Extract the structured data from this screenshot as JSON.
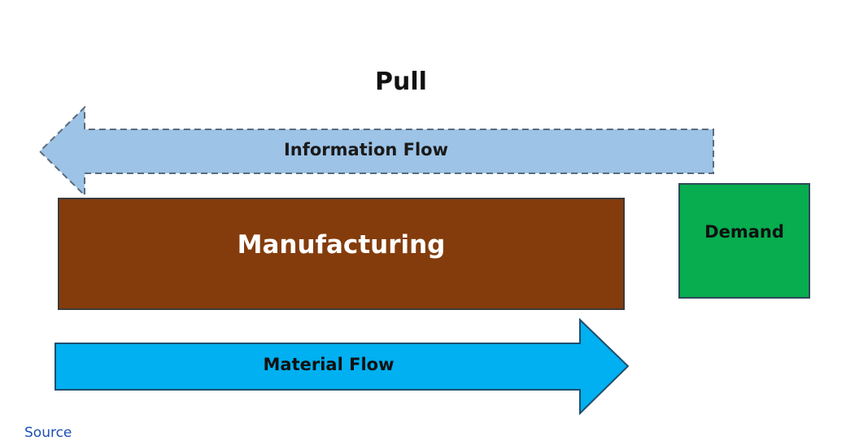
{
  "title": "Pull",
  "information_flow": {
    "label": "Information Flow",
    "direction": "left",
    "fill": "#9dc3e6",
    "border": "#5b6b7c",
    "border_style": "dashed"
  },
  "manufacturing": {
    "label": "Manufacturing",
    "fill": "#843c0c",
    "text_color": "#ffffff"
  },
  "demand": {
    "label": "Demand",
    "fill": "#07ad4e"
  },
  "material_flow": {
    "label": "Material Flow",
    "direction": "right",
    "fill": "#00b0f0"
  },
  "source_link": "Source"
}
